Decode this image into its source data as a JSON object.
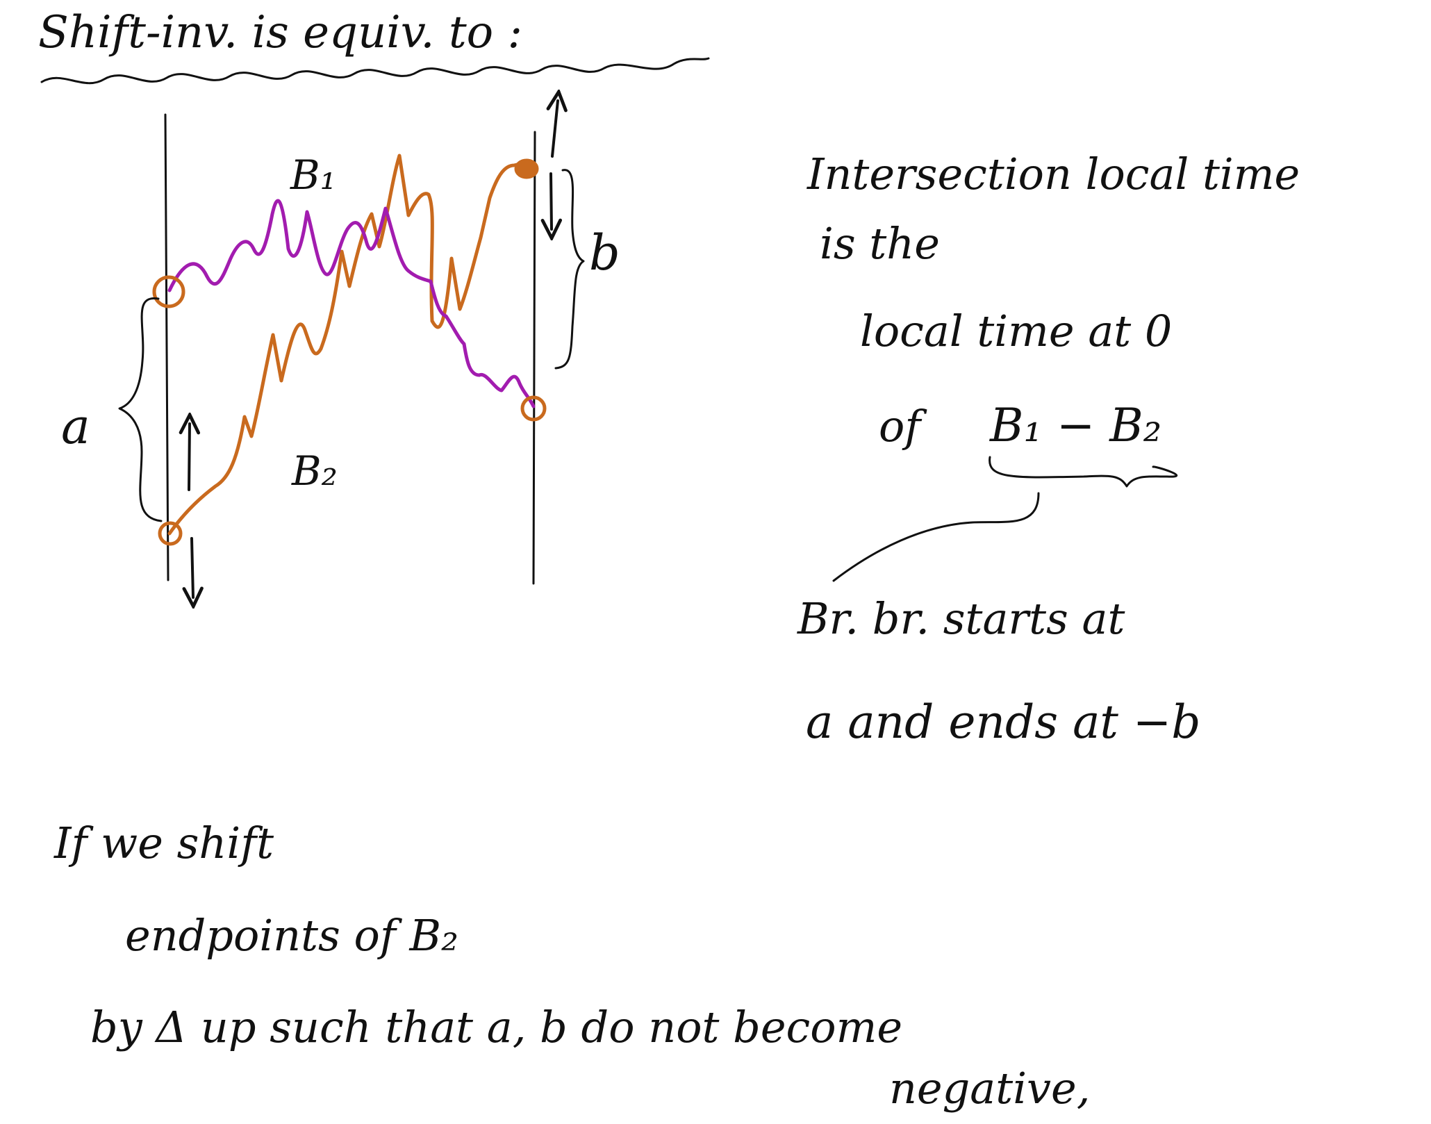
{
  "colors": {
    "ink": "#111111",
    "path_b1": "#a21caf",
    "path_b2": "#c96a1e",
    "paper": "#ffffff"
  },
  "header": {
    "text": "Shift-inv. is equiv. to :"
  },
  "diagram": {
    "label_b1": "B₁",
    "label_b2": "B₂",
    "label_a": "a",
    "label_b": "b"
  },
  "notes": {
    "line1": "Intersection local time",
    "line2": "is the",
    "line3": "local time at 0",
    "line4_prefix": "of",
    "line4_expr": "B₁ − B₂",
    "line5": "Br. br. starts at",
    "line6": "a and ends at −b"
  },
  "footer": {
    "line1": "If we shift",
    "line2": "endpoints of B₂",
    "line3": "by Δ up such that a, b do not become",
    "line4": "negative,"
  }
}
